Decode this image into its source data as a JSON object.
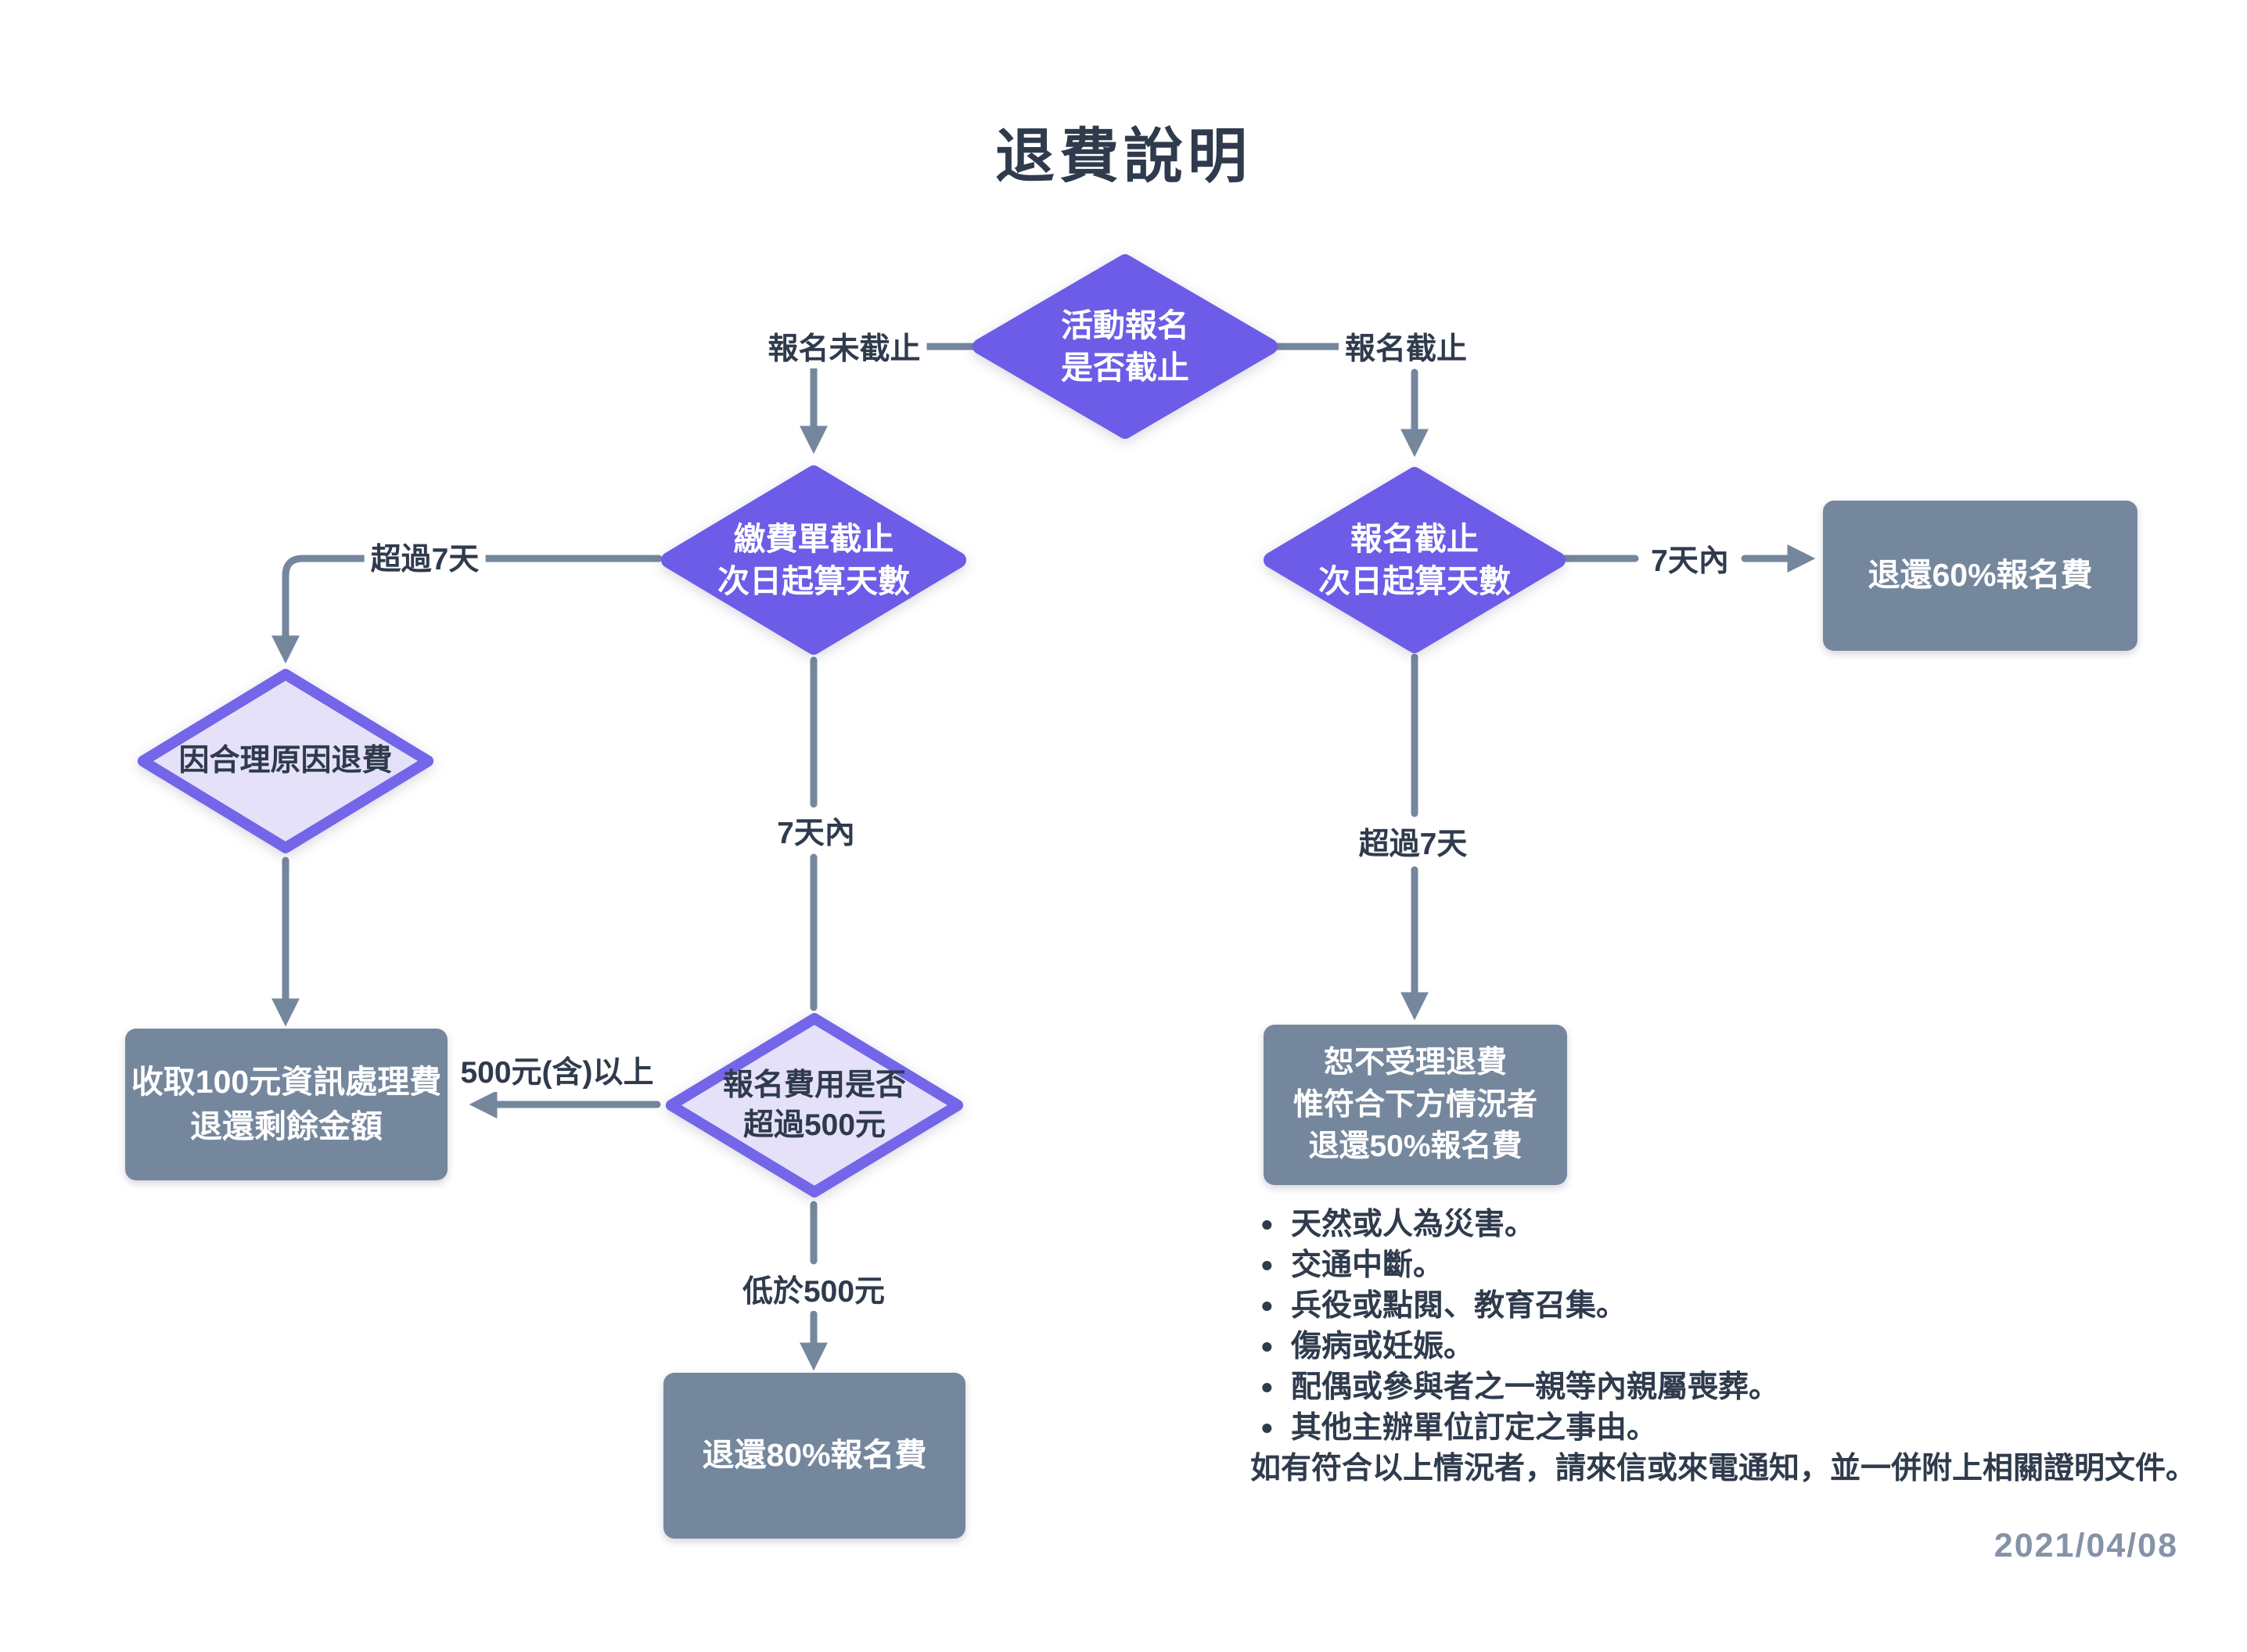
{
  "title": "退費說明",
  "date": "2021/04/08",
  "colors": {
    "purple": "#6C5CE7",
    "light_purple": "#E5E1F9",
    "purple_border": "#7366E8",
    "gray": "#75879D",
    "dark_text": "#2F3B4D",
    "date_text": "#8493A8"
  },
  "nodes": {
    "d1": {
      "line1": "活動報名",
      "line2": "是否截止"
    },
    "d2": {
      "line1": "繳費單截止",
      "line2": "次日起算天數"
    },
    "d3": {
      "line1": "因合理原因退費"
    },
    "d4": {
      "line1": "報名費用是否",
      "line2": "超過500元"
    },
    "d5": {
      "line1": "報名截止",
      "line2": "次日起算天數"
    },
    "b1": {
      "line1": "收取100元資訊處理費",
      "line2": "退還剩餘金額"
    },
    "b2": {
      "line1": "退還80%報名費"
    },
    "b3": {
      "line1": "退還60%報名費"
    },
    "b4": {
      "line1": "恕不受理退費",
      "line2": "惟符合下方情況者",
      "line3": "退還50%報名費"
    }
  },
  "labels": {
    "not_closed": "報名未截止",
    "closed": "報名截止",
    "over7_left": "超過7天",
    "within7_left": "7天內",
    "over500": "500元(含)以上",
    "under500": "低於500元",
    "within7_right": "7天內",
    "over7_right": "超過7天"
  },
  "notes": {
    "bullets": [
      "天然或人為災害。",
      "交通中斷。",
      "兵役或點閱、教育召集。",
      "傷病或妊娠。",
      "配偶或參與者之一親等內親屬喪葬。",
      "其他主辦單位訂定之事由。"
    ],
    "footer": "如有符合以上情況者，請來信或來電通知，並一併附上相關證明文件。"
  }
}
